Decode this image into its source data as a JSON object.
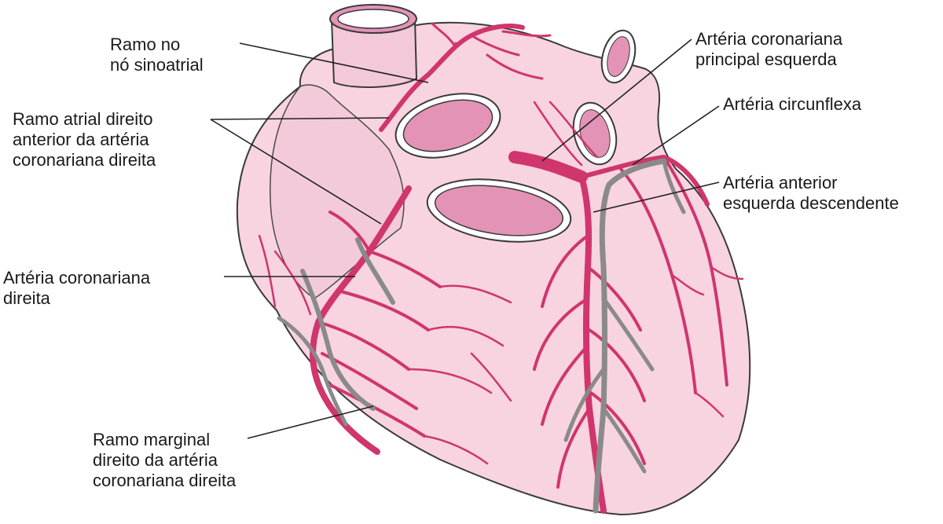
{
  "labels": {
    "sa_node": [
      "Ramo no",
      "nó sinoatrial"
    ],
    "right_atrial": [
      "Ramo atrial direito",
      "anterior da artéria",
      "coronariana direita"
    ],
    "right_coronary": [
      "Artéria coronariana",
      "direita"
    ],
    "right_marginal": [
      "Ramo marginal",
      "direito da artéria",
      "coronariana direita"
    ],
    "left_main": [
      "Artéria coronariana",
      "principal esquerda"
    ],
    "circumflex": [
      "Artéria circunflexa"
    ],
    "lad": [
      "Artéria anterior",
      "esquerda descendente"
    ]
  },
  "colors": {
    "heart_fill": "#f7d4e0",
    "heart_shade": "#eab3c8",
    "vessel_lumen": "#e393b6",
    "artery": "#d0356e",
    "vein": "#8a8a8a",
    "outline": "#3a3a3a",
    "leader": "#222222"
  }
}
